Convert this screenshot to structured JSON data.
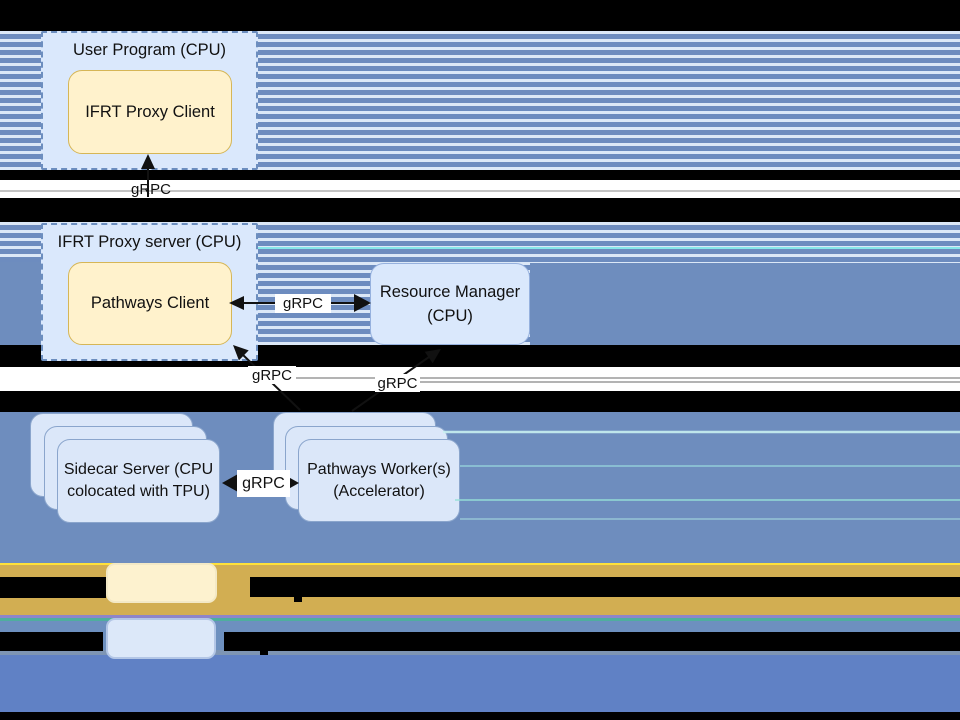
{
  "diagram": {
    "nodes": {
      "user_program": {
        "title": "User Program (CPU)"
      },
      "ifrt_proxy_client": {
        "label": "IFRT Proxy Client"
      },
      "ifrt_proxy_server": {
        "title": "IFRT Proxy server (CPU)"
      },
      "pathways_client": {
        "label": "Pathways Client"
      },
      "resource_manager": {
        "line1": "Resource Manager",
        "line2": "(CPU)"
      },
      "sidecar_server": {
        "line1": "Sidecar Server (CPU",
        "line2": "colocated with TPU)"
      },
      "pathways_worker": {
        "line1": "Pathways Worker(s)",
        "line2": "(Accelerator)"
      }
    },
    "edges": {
      "client_to_proxy": {
        "label": "gRPC"
      },
      "client_rm": {
        "label": "gRPC"
      },
      "sidecar_to_client": {
        "label": "gRPC"
      },
      "rm_to_worker": {
        "label": "gRPC"
      },
      "sidecar_worker": {
        "label": "gRPC"
      }
    },
    "legend": {
      "rows": [
        {
          "swatch_color": "#fdf2cf",
          "label_redacted": true
        },
        {
          "swatch_color": "#dce8f9",
          "label_redacted": true
        }
      ]
    },
    "palette": {
      "stripe_blue": "#6d8cbf",
      "stripe_light": "#dce8f7",
      "solid_blue": "#6e8dbe",
      "node_blue_fill": "#dae8fc",
      "node_blue_border": "#6c8ebf",
      "node_yellow_fill": "#fff2cc",
      "node_yellow_border": "#d6b656",
      "card_fill": "#dbe7f9",
      "gold_band": "#d2ae52",
      "bottom_blue": "#6081c5",
      "black_band": "#000000"
    }
  }
}
